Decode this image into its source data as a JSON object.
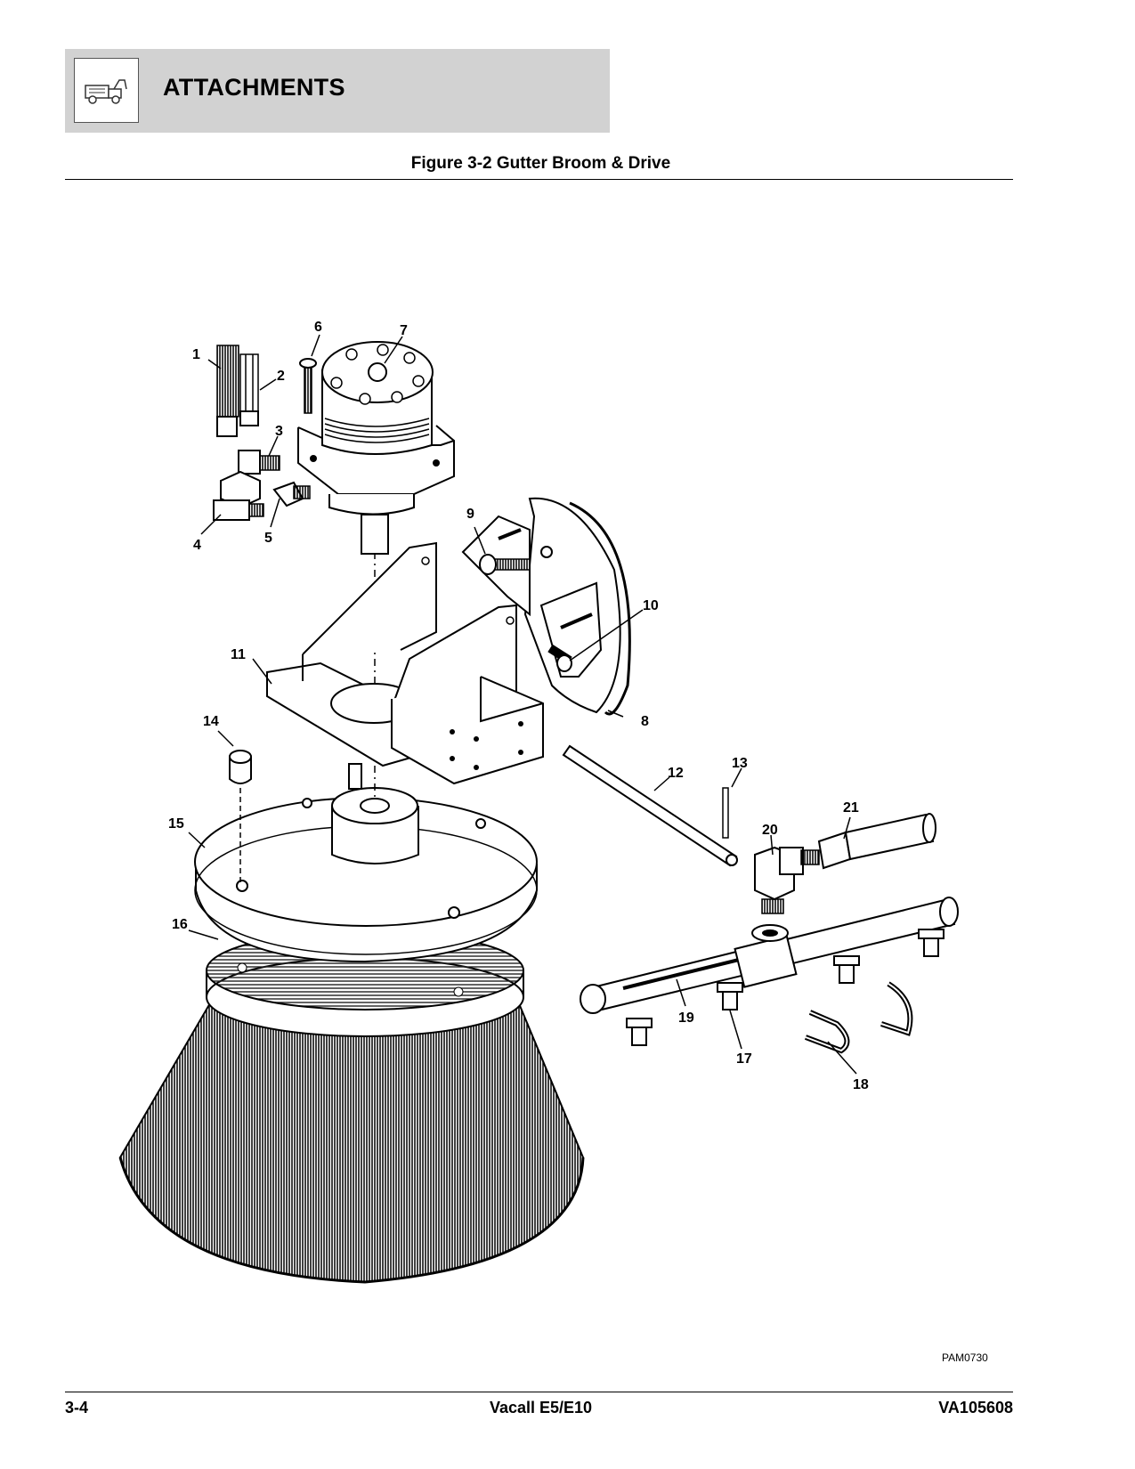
{
  "header": {
    "section_title": "ATTACHMENTS",
    "icon": "street-sweeper-truck-icon"
  },
  "figure": {
    "title": "Figure 3-2 Gutter Broom & Drive",
    "callouts": [
      "1",
      "2",
      "3",
      "4",
      "5",
      "6",
      "7",
      "8",
      "9",
      "10",
      "11",
      "12",
      "13",
      "14",
      "15",
      "16",
      "17",
      "18",
      "19",
      "20",
      "21"
    ],
    "part_code": "PAM0730"
  },
  "footer": {
    "page": "3-4",
    "model": "Vacall E5/E10",
    "doc_number": "VA105608"
  }
}
